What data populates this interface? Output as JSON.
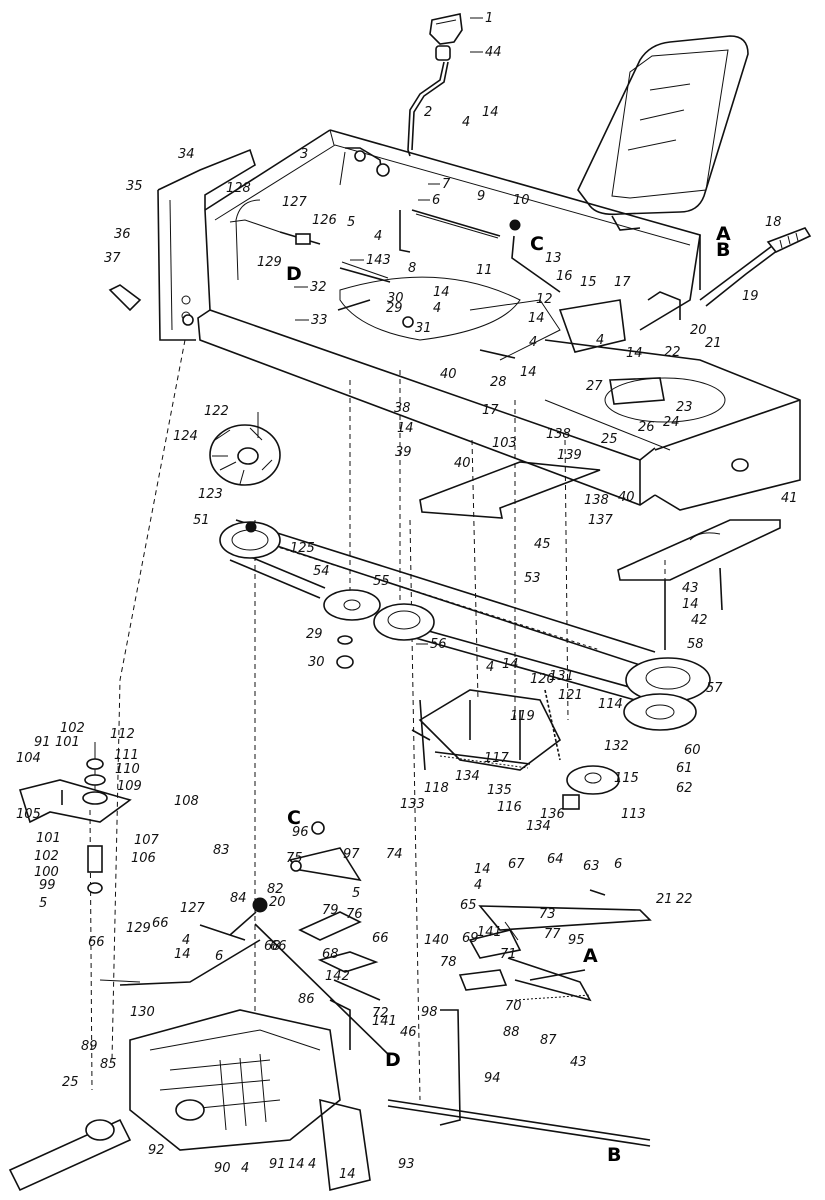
{
  "part_labels": [
    {
      "text": "1"
    },
    {
      "text": "44"
    },
    {
      "text": "2"
    },
    {
      "text": "4"
    },
    {
      "text": "14"
    },
    {
      "text": "3"
    },
    {
      "text": "7"
    },
    {
      "text": "6"
    },
    {
      "text": "9"
    },
    {
      "text": "10"
    },
    {
      "text": "34"
    },
    {
      "text": "35"
    },
    {
      "text": "128"
    },
    {
      "text": "127"
    },
    {
      "text": "126"
    },
    {
      "text": "5"
    },
    {
      "text": "8"
    },
    {
      "text": "4"
    },
    {
      "text": "36"
    },
    {
      "text": "37"
    },
    {
      "text": "129"
    },
    {
      "text": "143"
    },
    {
      "text": "11"
    },
    {
      "text": "13"
    },
    {
      "text": "16"
    },
    {
      "text": "15"
    },
    {
      "text": "17"
    },
    {
      "text": "18"
    },
    {
      "text": "19"
    },
    {
      "text": "32"
    },
    {
      "text": "30"
    },
    {
      "text": "14"
    },
    {
      "text": "29"
    },
    {
      "text": "4"
    },
    {
      "text": "33"
    },
    {
      "text": "31"
    },
    {
      "text": "12"
    },
    {
      "text": "14"
    },
    {
      "text": "4"
    },
    {
      "text": "20"
    },
    {
      "text": "21"
    },
    {
      "text": "22"
    },
    {
      "text": "14"
    },
    {
      "text": "4"
    },
    {
      "text": "40"
    },
    {
      "text": "28"
    },
    {
      "text": "14"
    },
    {
      "text": "27"
    },
    {
      "text": "23"
    },
    {
      "text": "24"
    },
    {
      "text": "26"
    },
    {
      "text": "25"
    },
    {
      "text": "38"
    },
    {
      "text": "14"
    },
    {
      "text": "39"
    },
    {
      "text": "40"
    },
    {
      "text": "17"
    },
    {
      "text": "122"
    },
    {
      "text": "124"
    },
    {
      "text": "103"
    },
    {
      "text": "138"
    },
    {
      "text": "139"
    },
    {
      "text": "40"
    },
    {
      "text": "123"
    },
    {
      "text": "51"
    },
    {
      "text": "125"
    },
    {
      "text": "138"
    },
    {
      "text": "137"
    },
    {
      "text": "45"
    },
    {
      "text": "41"
    },
    {
      "text": "54"
    },
    {
      "text": "55"
    },
    {
      "text": "53"
    },
    {
      "text": "43"
    },
    {
      "text": "14"
    },
    {
      "text": "42"
    },
    {
      "text": "29"
    },
    {
      "text": "30"
    },
    {
      "text": "56"
    },
    {
      "text": "58"
    },
    {
      "text": "4"
    },
    {
      "text": "14"
    },
    {
      "text": "120"
    },
    {
      "text": "131"
    },
    {
      "text": "57"
    },
    {
      "text": "119"
    },
    {
      "text": "121"
    },
    {
      "text": "114"
    },
    {
      "text": "132"
    },
    {
      "text": "112"
    },
    {
      "text": "102"
    },
    {
      "text": "91"
    },
    {
      "text": "101"
    },
    {
      "text": "111"
    },
    {
      "text": "104"
    },
    {
      "text": "110"
    },
    {
      "text": "109"
    },
    {
      "text": "105"
    },
    {
      "text": "108"
    },
    {
      "text": "133"
    },
    {
      "text": "118"
    },
    {
      "text": "134"
    },
    {
      "text": "117"
    },
    {
      "text": "135"
    },
    {
      "text": "116"
    },
    {
      "text": "115"
    },
    {
      "text": "60"
    },
    {
      "text": "61"
    },
    {
      "text": "62"
    },
    {
      "text": "136"
    },
    {
      "text": "113"
    },
    {
      "text": "134"
    },
    {
      "text": "101"
    },
    {
      "text": "102"
    },
    {
      "text": "107"
    },
    {
      "text": "100"
    },
    {
      "text": "106"
    },
    {
      "text": "99"
    },
    {
      "text": "5"
    },
    {
      "text": "96"
    },
    {
      "text": "97"
    },
    {
      "text": "74"
    },
    {
      "text": "83"
    },
    {
      "text": "75"
    },
    {
      "text": "82"
    },
    {
      "text": "5"
    },
    {
      "text": "14"
    },
    {
      "text": "4"
    },
    {
      "text": "67"
    },
    {
      "text": "64"
    },
    {
      "text": "63"
    },
    {
      "text": "6"
    },
    {
      "text": "84"
    },
    {
      "text": "20"
    },
    {
      "text": "79"
    },
    {
      "text": "21"
    },
    {
      "text": "22"
    },
    {
      "text": "76"
    },
    {
      "text": "65"
    },
    {
      "text": "66"
    },
    {
      "text": "73"
    },
    {
      "text": "141"
    },
    {
      "text": "127"
    },
    {
      "text": "129"
    },
    {
      "text": "66"
    },
    {
      "text": "66"
    },
    {
      "text": "68"
    },
    {
      "text": "69"
    },
    {
      "text": "95"
    },
    {
      "text": "4"
    },
    {
      "text": "77"
    },
    {
      "text": "68"
    },
    {
      "text": "140"
    },
    {
      "text": "142"
    },
    {
      "text": "78"
    },
    {
      "text": "66"
    },
    {
      "text": "14"
    },
    {
      "text": "86"
    },
    {
      "text": "71"
    },
    {
      "text": "72"
    },
    {
      "text": "70"
    },
    {
      "text": "98"
    },
    {
      "text": "87"
    },
    {
      "text": "6"
    },
    {
      "text": "141"
    },
    {
      "text": "88"
    },
    {
      "text": "130"
    },
    {
      "text": "46"
    },
    {
      "text": "89"
    },
    {
      "text": "85"
    },
    {
      "text": "94"
    },
    {
      "text": "43"
    },
    {
      "text": "25"
    },
    {
      "text": "92"
    },
    {
      "text": "91"
    },
    {
      "text": "14"
    },
    {
      "text": "4"
    },
    {
      "text": "90"
    },
    {
      "text": "4"
    },
    {
      "text": "14"
    },
    {
      "text": "93"
    }
  ],
  "ref_letters": [
    {
      "text": "A"
    },
    {
      "text": "B"
    },
    {
      "text": "C"
    },
    {
      "text": "D"
    },
    {
      "text": "C"
    },
    {
      "text": "A"
    },
    {
      "text": "D"
    },
    {
      "text": "B"
    }
  ]
}
